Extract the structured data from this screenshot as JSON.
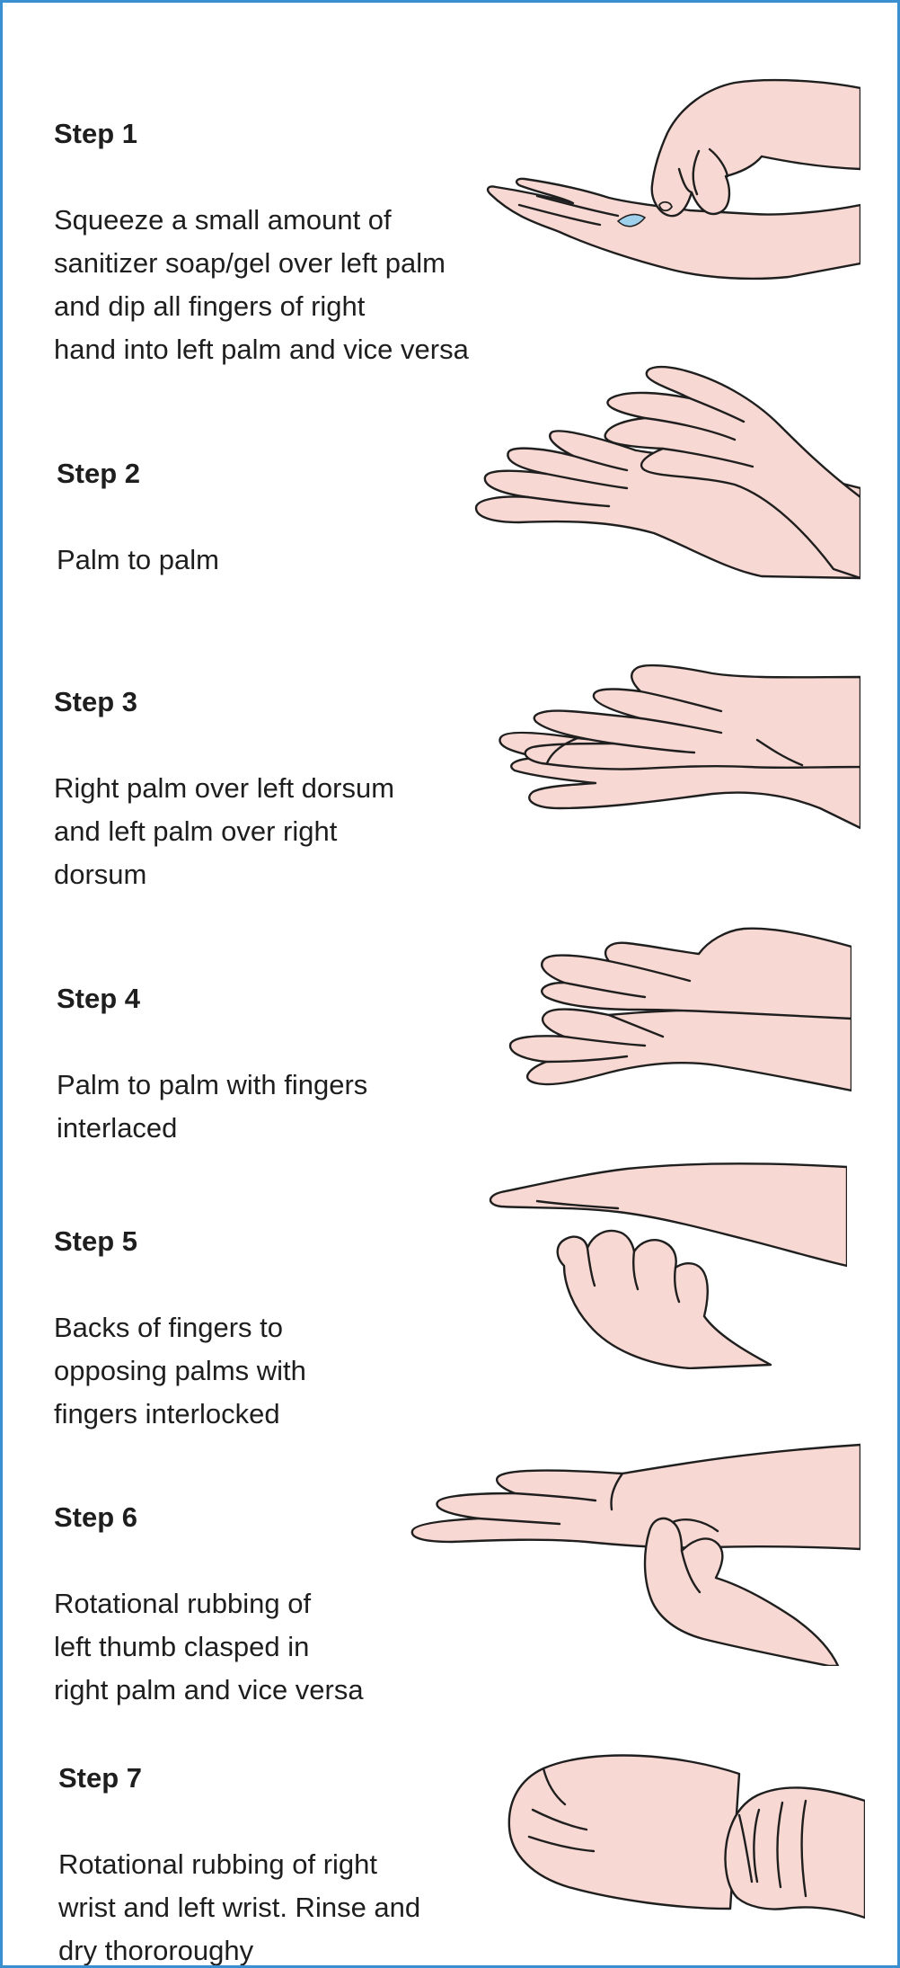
{
  "steps": [
    {
      "title": "Step 1",
      "text": "Squeeze a small amount of\nsanitizer soap/gel over left palm\nand dip all fingers of right\nhand into left palm and vice versa",
      "icon": "hand-dispense-gel-icon"
    },
    {
      "title": "Step 2",
      "text": "Palm to palm",
      "icon": "palm-to-palm-icon"
    },
    {
      "title": "Step 3",
      "text": "Right palm over left dorsum\nand left palm over right\ndorsum",
      "icon": "palm-over-dorsum-icon"
    },
    {
      "title": "Step 4",
      "text": "Palm to palm with fingers\ninterlaced",
      "icon": "fingers-interlaced-icon"
    },
    {
      "title": "Step 5",
      "text": "Backs of fingers to\nopposing palms with\nfingers interlocked",
      "icon": "fingers-interlocked-icon"
    },
    {
      "title": "Step 6",
      "text": "Rotational rubbing of\nleft thumb clasped in\nright palm and vice versa",
      "icon": "thumb-rubbing-icon"
    },
    {
      "title": "Step 7",
      "text": "Rotational rubbing of right\nwrist and left wrist. Rinse and\ndry thororoughy",
      "icon": "wrist-rubbing-icon"
    }
  ],
  "colors": {
    "border": "#3a8fd0",
    "skin": "#f8d8d2",
    "outline": "#1f1f1f",
    "gel": "#9fd0ec"
  }
}
